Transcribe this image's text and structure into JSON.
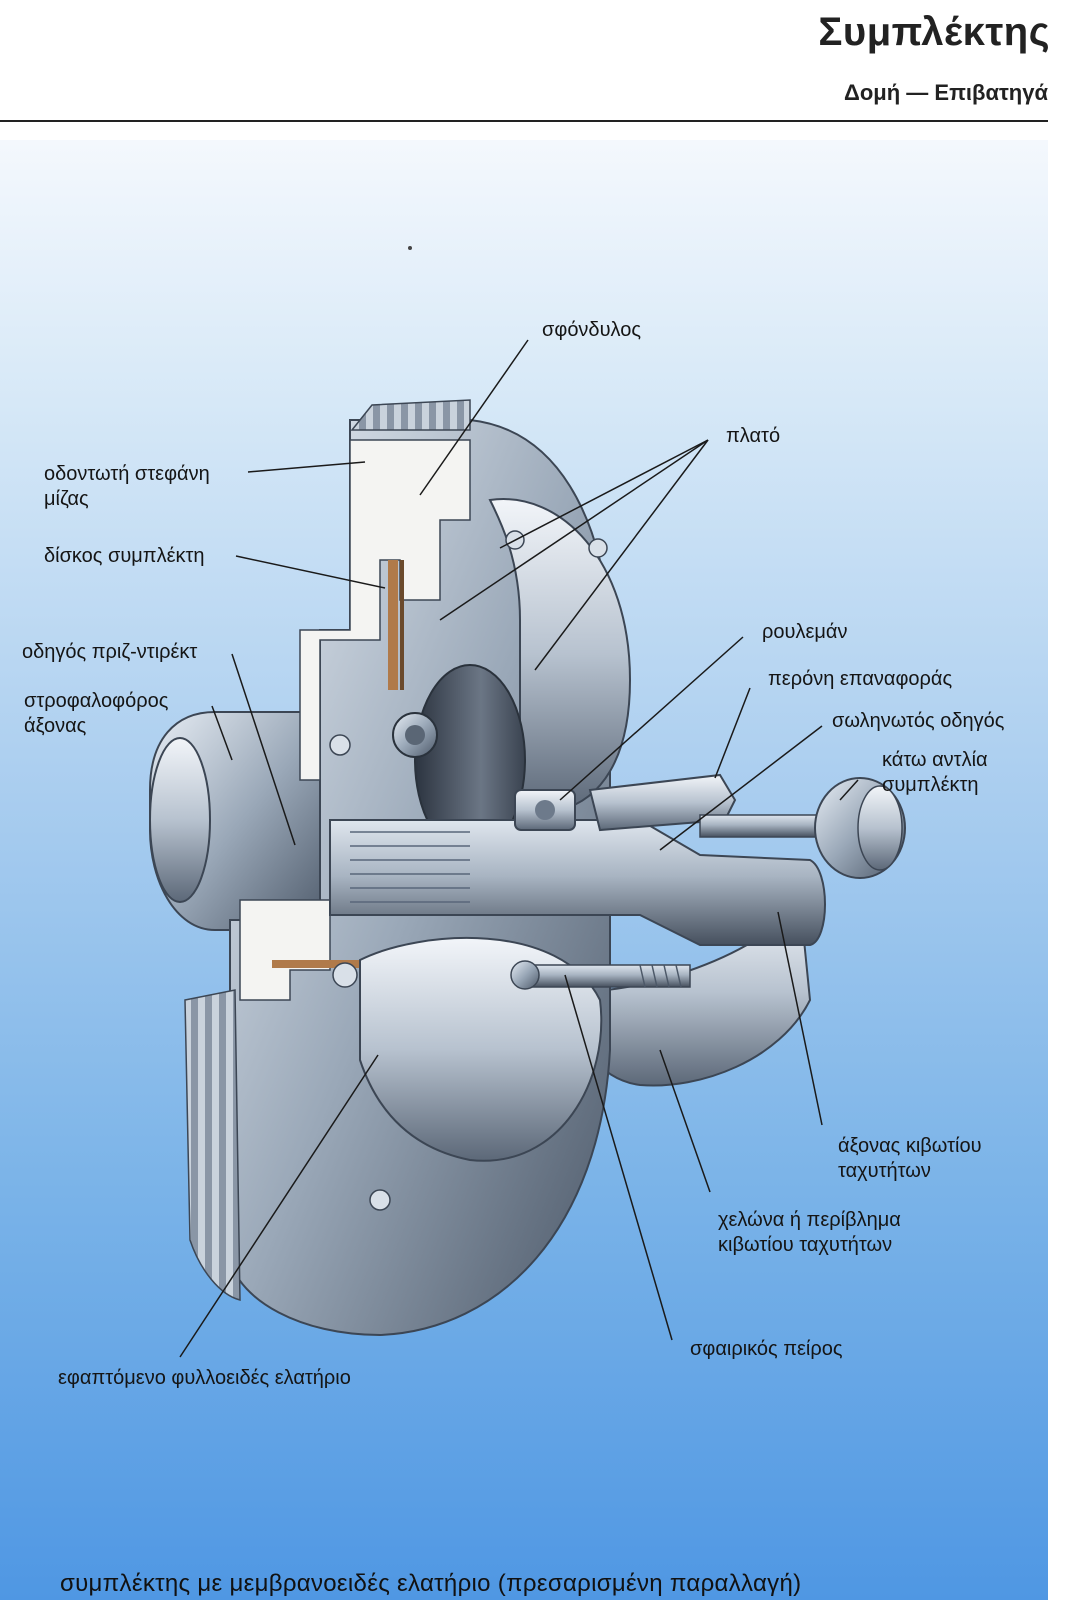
{
  "header": {
    "title": "Συμπλέκτης",
    "subtitle": "Δομή — Επιβατηγά"
  },
  "labels": {
    "flywheel": "σφόνδυλος",
    "pressure_plate": "πλατό",
    "ring_gear_line1": "οδοντωτή στεφάνη",
    "ring_gear_line2": "μίζας",
    "clutch_disc": "δίσκος συμπλέκτη",
    "pilot_bearing": "οδηγός πριζ-ντιρέκτ",
    "crankshaft_line1": "στροφαλοφόρος",
    "crankshaft_line2": "άξονας",
    "release_bearing": "ρουλεμάν",
    "return_fork": "περόνη επαναφοράς",
    "tubular_guide": "σωληνωτός οδηγός",
    "slave_cylinder_line1": "κάτω αντλία",
    "slave_cylinder_line2": "συμπλέκτη",
    "gearbox_shaft_line1": "άξονας κιβωτίου",
    "gearbox_shaft_line2": "ταχυτήτων",
    "gearbox_housing_line1": "χελώνα ή περίβλημα",
    "gearbox_housing_line2": "κιβωτίου ταχυτήτων",
    "ball_pin": "σφαιρικός πείρος",
    "leaf_spring": "εφαπτόμενο φυλλοειδές ελατήριο"
  },
  "caption": "συμπλέκτης με μεμβρανοειδές ελατήριο (πρεσαρισμένη παραλλαγή)"
}
